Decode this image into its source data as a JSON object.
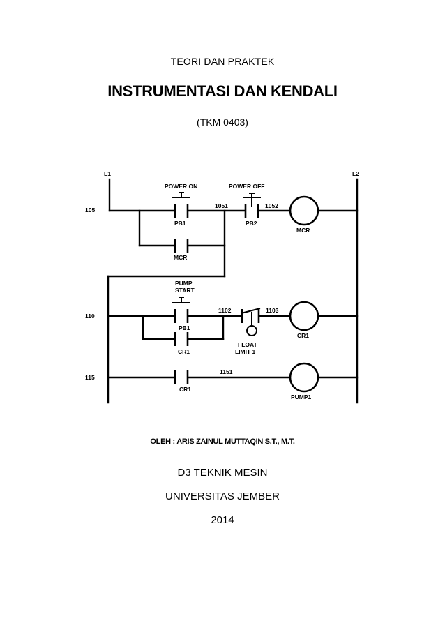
{
  "cover": {
    "pre_title": "TEORI DAN PRAKTEK",
    "title": "INSTRUMENTASI DAN KENDALI",
    "course_code": "(TKM 0403)",
    "author": "OLEH : ARIS ZAINUL MUTTAQIN S.T., M.T.",
    "department": "D3 TEKNIK MESIN",
    "university": "UNIVERSITAS JEMBER",
    "year": "2014"
  },
  "diagram": {
    "rails": {
      "left": "L1",
      "right": "L2"
    },
    "rungs": [
      "105",
      "110",
      "115"
    ],
    "wires": [
      "1051",
      "1052",
      "1102",
      "1103",
      "1151"
    ],
    "pushbuttons": {
      "power_on": "POWER ON",
      "power_off": "POWER OFF",
      "pump_start_1": "PUMP",
      "pump_start_2": "START"
    },
    "contacts": {
      "pb1_a": "PB1",
      "pb2": "PB2",
      "mcr_contact": "MCR",
      "pb1_b": "PB1",
      "cr1_hold": "CR1",
      "cr1_contact": "CR1"
    },
    "float_switch": {
      "line1": "FLOAT",
      "line2": "LIMIT 1"
    },
    "coils": {
      "mcr": "MCR",
      "cr1": "CR1",
      "pump1": "PUMP1"
    }
  }
}
